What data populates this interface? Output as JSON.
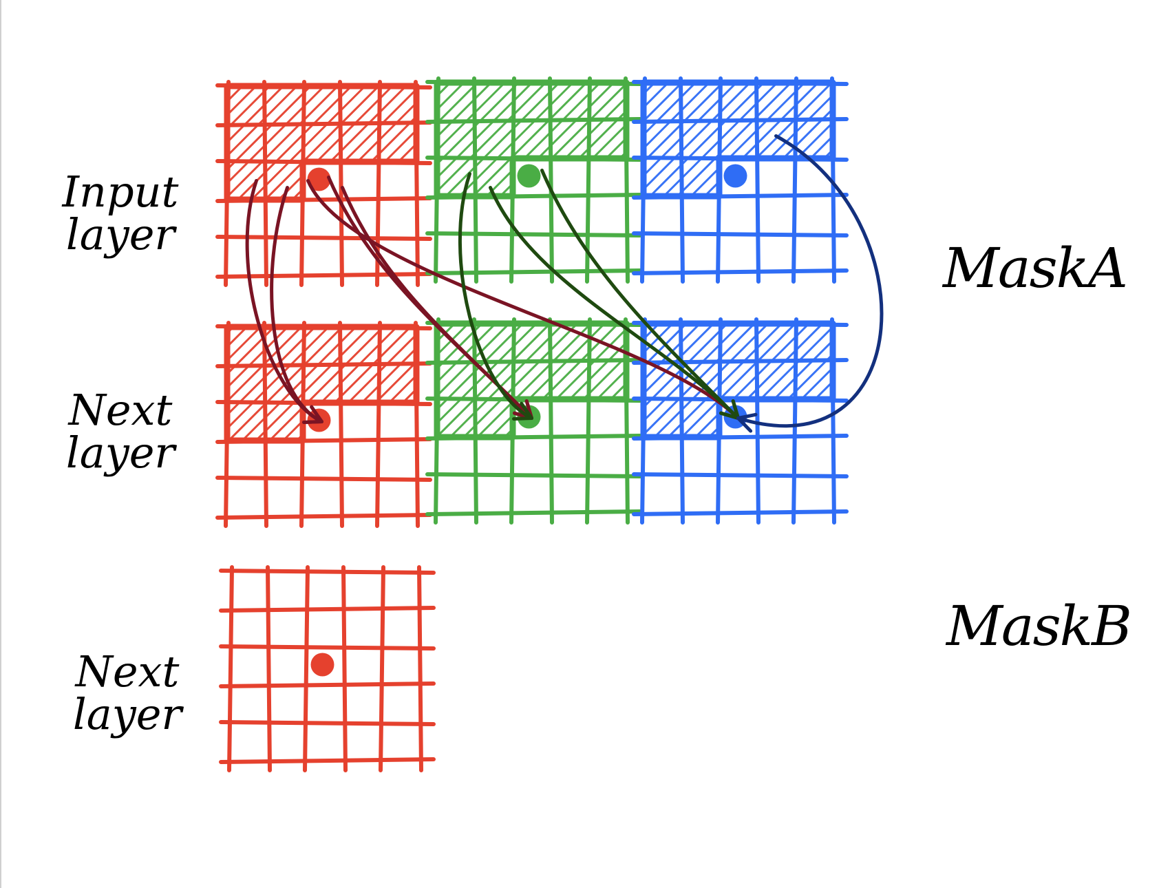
{
  "labels": {
    "input_layer": "Input\nlayer",
    "next_layer_1": "Next\nlayer",
    "next_layer_2": "Next\nlayer",
    "mask_a": "MaskA",
    "mask_b": "MaskB"
  },
  "colors": {
    "red": "#e5412e",
    "green": "#4aad45",
    "blue": "#2f6df5",
    "arrow_dark_red": "#7a1424",
    "arrow_dark_green": "#1f4a10",
    "arrow_dark_blue": "#13307e",
    "text": "#000000"
  },
  "grid": {
    "cells": 5,
    "target_cell": {
      "row": 2,
      "col": 2
    }
  },
  "panels": [
    {
      "id": "input-red",
      "layer": "input",
      "channel": "red",
      "hatched_rows_full": 2,
      "hatched_cols_partial": 2
    },
    {
      "id": "input-green",
      "layer": "input",
      "channel": "green",
      "hatched_rows_full": 2,
      "hatched_cols_partial": 2
    },
    {
      "id": "input-blue",
      "layer": "input",
      "channel": "blue",
      "hatched_rows_full": 2,
      "hatched_cols_partial": 2
    },
    {
      "id": "next-red",
      "layer": "next",
      "channel": "red",
      "hatched_rows_full": 2,
      "hatched_cols_partial": 2
    },
    {
      "id": "next-green",
      "layer": "next",
      "channel": "green",
      "hatched_rows_full": 2,
      "hatched_cols_partial": 2
    },
    {
      "id": "next-blue",
      "layer": "next",
      "channel": "blue",
      "hatched_rows_full": 2,
      "hatched_cols_partial": 2
    },
    {
      "id": "maskb-red",
      "layer": "next",
      "channel": "red",
      "hatched_rows_full": 0,
      "hatched_cols_partial": 0
    }
  ],
  "connections": [
    {
      "from": "input-red",
      "to": "next-red",
      "color": "arrow_dark_red"
    },
    {
      "from": "input-red",
      "to": "next-red",
      "color": "arrow_dark_red"
    },
    {
      "from": "input-red",
      "to": "next-green",
      "color": "arrow_dark_red"
    },
    {
      "from": "input-red",
      "to": "next-green",
      "color": "arrow_dark_red"
    },
    {
      "from": "input-red",
      "to": "next-blue",
      "color": "arrow_dark_red"
    },
    {
      "from": "input-green",
      "to": "next-green",
      "color": "arrow_dark_green"
    },
    {
      "from": "input-green",
      "to": "next-blue",
      "color": "arrow_dark_green"
    },
    {
      "from": "input-green",
      "to": "next-blue",
      "color": "arrow_dark_green"
    },
    {
      "from": "input-blue",
      "to": "next-blue",
      "color": "arrow_dark_blue"
    }
  ]
}
